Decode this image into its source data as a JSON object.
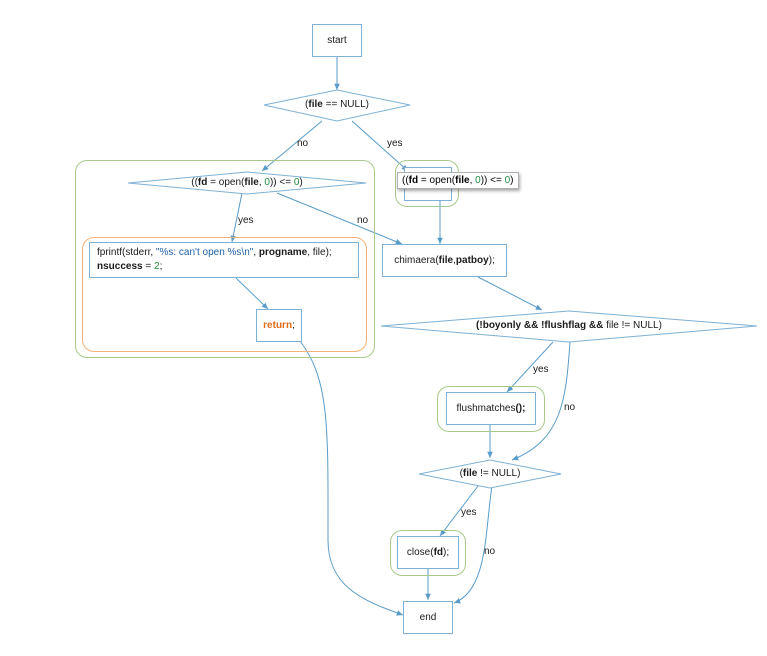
{
  "nodes": {
    "start": "start",
    "end": "end",
    "cond_file_null": [
      "(",
      "file",
      " == NULL)"
    ],
    "cond_open_left": [
      "((",
      "fd",
      " = open(",
      "file",
      ", ",
      "0",
      ")) <= ",
      "0",
      ")"
    ],
    "cond_open_right": [
      "((",
      "fd",
      " = open(",
      "file",
      ", ",
      "0",
      ")) <= ",
      "0",
      ")"
    ],
    "fprintf_line1": [
      "fprintf(",
      "stderr",
      ", ",
      "\"%s: can't open %s\\n\"",
      ", ",
      "progname",
      ", ",
      "file",
      ");"
    ],
    "fprintf_line2": [
      "nsuccess",
      " = ",
      "2",
      ";"
    ],
    "return": [
      "return",
      ";"
    ],
    "chimaera": [
      "chimaera(",
      "file",
      ", ",
      "patboy",
      ");"
    ],
    "cond_boyonly": [
      "(!",
      "boyonly",
      " && !",
      "flushflag",
      " && ",
      "file",
      " != NULL)"
    ],
    "flushmatches": [
      "flushmatches",
      "();"
    ],
    "cond_file_not_null": [
      "(",
      "file",
      " != NULL)"
    ],
    "close": [
      "close(",
      "fd",
      ");"
    ]
  },
  "edge_labels": {
    "no_1": "no",
    "yes_1": "yes",
    "yes_2": "yes",
    "no_2": "no",
    "yes_3": "yes",
    "no_3": "no",
    "yes_4": "yes",
    "no_4": "no"
  },
  "colors": {
    "edge": "#5a9cc9",
    "node_border": "#7eb1d6",
    "group_green": "#a9c98a",
    "group_orange": "#f2b27a",
    "keyword": "#e06d1b",
    "string": "#1d5fa8",
    "number": "#1e8a3c"
  }
}
